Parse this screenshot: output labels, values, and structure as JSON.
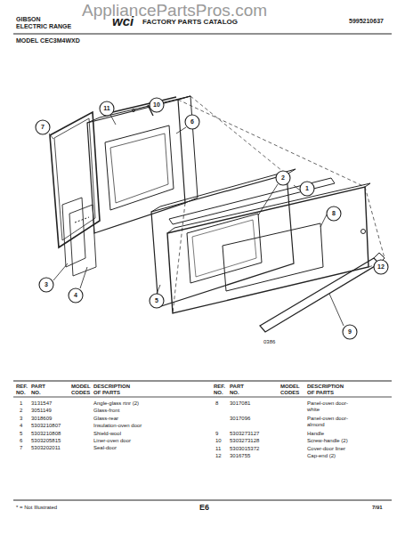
{
  "diagram": {
    "labels": [
      "AppliancePartsPros.com",
      "GIBSON",
      "ELECTRIC RANGE",
      "wci",
      "FACTORY PARTS CATALOG",
      "5995210637",
      "MODEL CEC3M4WXD",
      "7",
      "11",
      "10",
      "6",
      "2",
      "1",
      "8",
      "3",
      "4",
      "5",
      "12",
      "9",
      "0386",
      "REF. NO.",
      "PART NO.",
      "MODEL CODES",
      "DESCRIPTION OF PARTS",
      "REF. NO.",
      "PART NO.",
      "MODEL CODES",
      "DESCRIPTION OF PARTS",
      "1",
      "3131547",
      "Angle-glass rtnr (2)",
      "2",
      "3051149",
      "Glass-front",
      "3",
      "3018609",
      "Glass-rear",
      "4",
      "5303210807",
      "Insulation-oven door",
      "5",
      "5303210808",
      "Shield-wool",
      "6",
      "5303205815",
      "Liner-oven door",
      "7",
      "5303202011",
      "Seal-door",
      "8",
      "3017081",
      "Panel-oven door-white",
      "3017096",
      "Panel-oven door-almond",
      "9",
      "5303273127",
      "Handle",
      "10",
      "5303273128",
      "Screw-handle (2)",
      "11",
      "5303015372",
      "Cover-door liner",
      "12",
      "3016755",
      "Cap-end (2)",
      "* = Not Illustrated",
      "E6",
      "7/91"
    ]
  }
}
